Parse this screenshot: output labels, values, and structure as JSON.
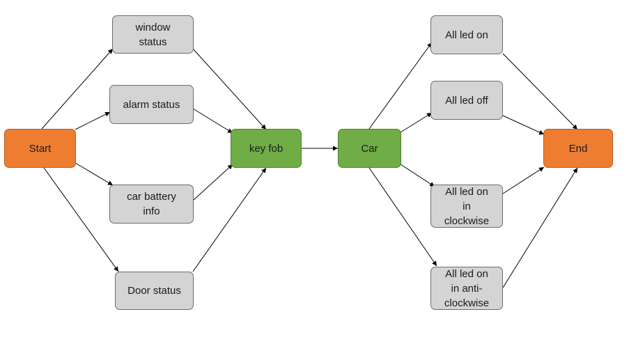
{
  "colors": {
    "orange": "#ef7d31",
    "green": "#70ad47",
    "grey": "#d4d4d4",
    "edge": "#000000"
  },
  "nodes": {
    "start": "Start",
    "window_status": "window\nstatus",
    "alarm_status": "alarm status",
    "car_battery_info": "car battery\ninfo",
    "door_status": "Door status",
    "key_fob": "key fob",
    "car": "Car",
    "all_led_on": "All led on",
    "all_led_off": "All led off",
    "all_led_on_clockwise": "All led on\nin\nclockwise",
    "all_led_on_anticlockwise": "All led on\nin anti-\nclockwise",
    "end": "End"
  },
  "edges": [
    [
      "start",
      "window_status"
    ],
    [
      "start",
      "alarm_status"
    ],
    [
      "start",
      "car_battery_info"
    ],
    [
      "start",
      "door_status"
    ],
    [
      "window_status",
      "key_fob"
    ],
    [
      "alarm_status",
      "key_fob"
    ],
    [
      "car_battery_info",
      "key_fob"
    ],
    [
      "door_status",
      "key_fob"
    ],
    [
      "key_fob",
      "car"
    ],
    [
      "car",
      "all_led_on"
    ],
    [
      "car",
      "all_led_off"
    ],
    [
      "car",
      "all_led_on_clockwise"
    ],
    [
      "car",
      "all_led_on_anticlockwise"
    ],
    [
      "all_led_on",
      "end"
    ],
    [
      "all_led_off",
      "end"
    ],
    [
      "all_led_on_clockwise",
      "end"
    ],
    [
      "all_led_on_anticlockwise",
      "end"
    ]
  ]
}
